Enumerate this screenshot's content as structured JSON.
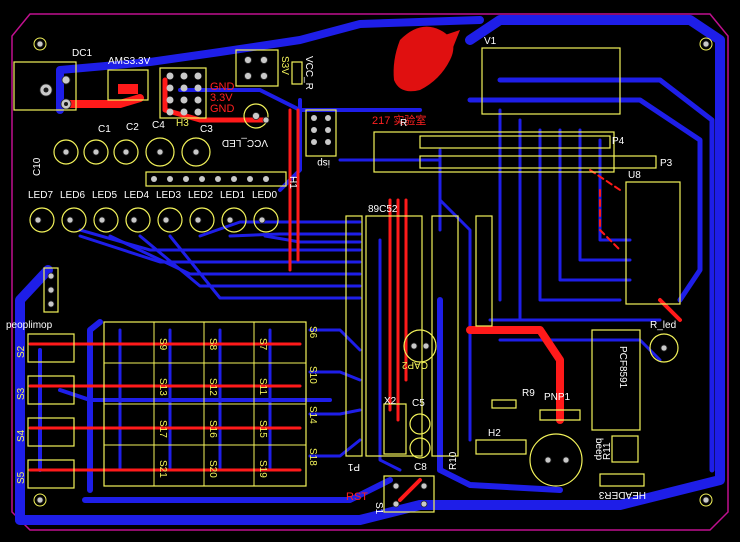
{
  "board": {
    "edge_color": "#c0108f",
    "top_copper": "#ff1a1a",
    "bottom_copper": "#1e1ee8",
    "silkscreen": "#f2f25a",
    "pad_color": "#c9c9c9"
  },
  "labels": {
    "dc1": "DC1",
    "ams": "AMS3.3V",
    "c1": "C1",
    "c2": "C2",
    "c3": "C3",
    "c4": "C4",
    "c10": "C10",
    "c8": "C8",
    "c5": "C5",
    "cap2": "CAP2",
    "h3": "H3",
    "h1": "H1",
    "h2": "H2",
    "s3v": "S3V",
    "vcc_r": "VCC_R",
    "vcc_led": "VCC_LED",
    "gnd1": "GND",
    "gnd2": "GND",
    "v33": "3.3V",
    "isp": "isp",
    "r_top": "R",
    "chip_89c52": "89C52",
    "p1": "P1",
    "p3": "P3",
    "p4": "P4",
    "u1": "V1",
    "u8": "U8",
    "r10": "R10",
    "r9": "R9",
    "r11": "R11",
    "r_led": "R_led",
    "pnp1": "PNP1",
    "pcf": "PCF8591",
    "header3": "HEADER3",
    "beep": "beep",
    "x2": "X2",
    "rst": "RST",
    "s1": "S1",
    "peoplimop": "peoplimop",
    "logo_text": "217 实验室",
    "leds": [
      "LED7",
      "LED6",
      "LED5",
      "LED4",
      "LED3",
      "LED2",
      "LED1",
      "LED0"
    ],
    "switches_left": [
      "S2",
      "S3",
      "S4",
      "S5"
    ],
    "switches_right": [
      "S6",
      "S10",
      "S14",
      "S18"
    ],
    "switch_grid": [
      [
        "S9",
        "S8",
        "S7",
        "S6"
      ],
      [
        "S13",
        "S12",
        "S11",
        "S10"
      ],
      [
        "S17",
        "S16",
        "S15",
        "S14"
      ],
      [
        "S21",
        "S20",
        "S19",
        "S18"
      ]
    ]
  }
}
